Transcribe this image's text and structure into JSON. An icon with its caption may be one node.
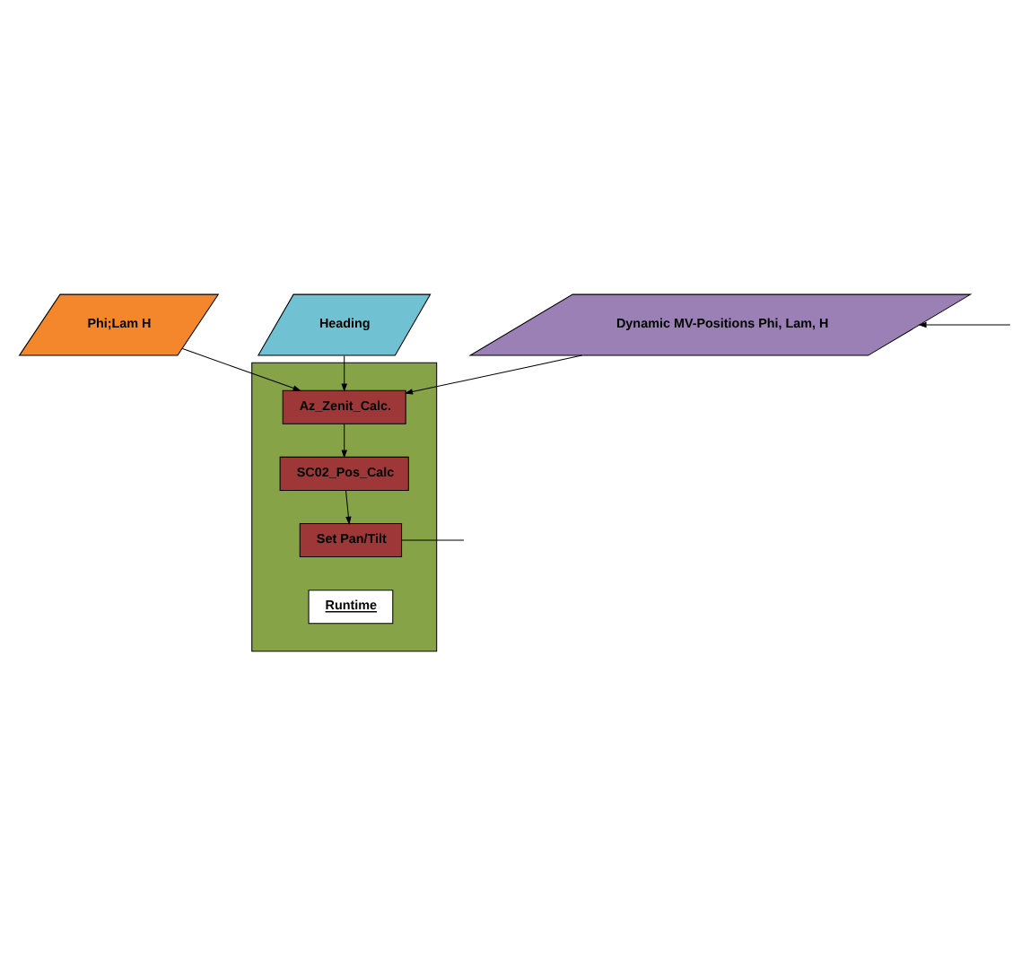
{
  "diagram": {
    "nodes": [
      {
        "text": [
          "Phi;Lam H"
        ]
      },
      {
        "text": [
          "Heading"
        ]
      },
      {
        "text": [
          "Dynamic MV-Positions Phi, Lam, H"
        ]
      },
      {
        "text": [],
        "shape": "box"
      },
      {
        "text": [
          "Az_Zenit_Calc."
        ],
        "in": 3
      },
      {
        "text": [
          "SC02_Pos_Calc"
        ],
        "in": 3
      },
      {
        "text": [
          "Set Pan/Tilt"
        ],
        "in": 3
      },
      {
        "text": [
          "Runtime"
        ],
        "in": 3
      }
    ],
    "edges": [
      {
        "from": 0,
        "to": 4,
        "arrow": "to"
      },
      {
        "from": 1,
        "to": 4,
        "arrow": "to"
      },
      {
        "from": 2,
        "to": 4,
        "arrow": "to"
      },
      {
        "from": 4,
        "to": 5,
        "arrow": "to"
      },
      {
        "from": 5,
        "to": 6,
        "arrow": "to"
      },
      {
        "from": null,
        "to": 2,
        "arrow": "to"
      },
      {
        "from": 6,
        "to": null,
        "arrow": "none"
      }
    ]
  }
}
